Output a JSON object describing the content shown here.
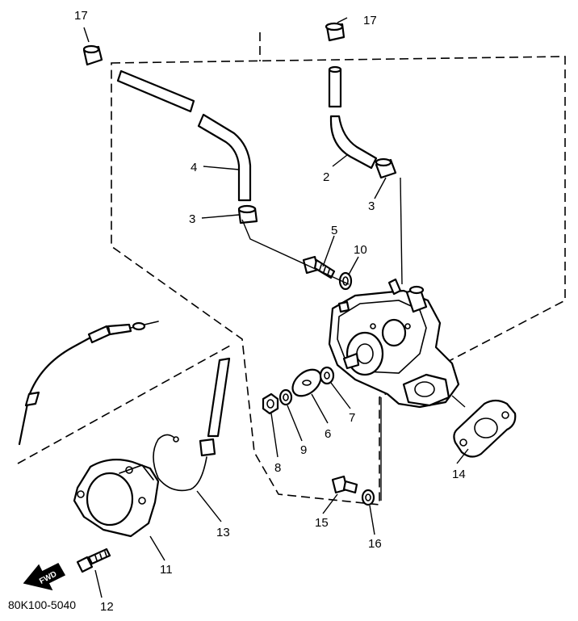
{
  "callouts": {
    "c17a": "17",
    "c17b": "17",
    "c4": "4",
    "c2": "2",
    "c3a": "3",
    "c3b": "3",
    "c5": "5",
    "c10": "10",
    "c6": "6",
    "c7": "7",
    "c8": "8",
    "c9": "9",
    "c14": "14",
    "c13": "13",
    "c15": "15",
    "c16": "16",
    "c11": "11",
    "c12": "12"
  },
  "fwd_label": "FWD",
  "diagram_code": "80K100-5040"
}
